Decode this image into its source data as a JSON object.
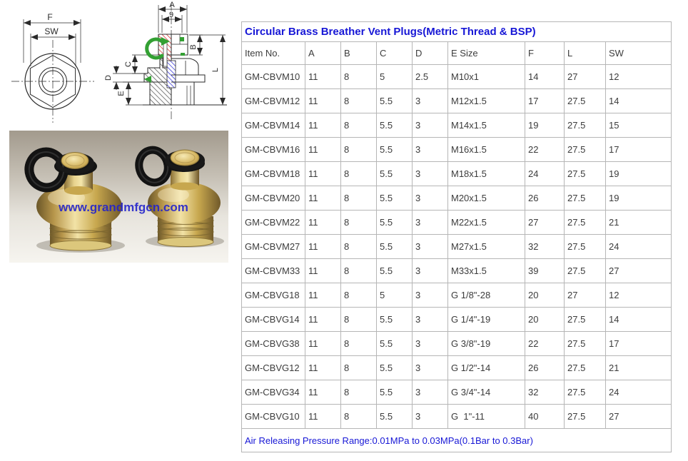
{
  "drawing": {
    "front_view": {
      "f": "F",
      "sw": "SW"
    },
    "side_view": {
      "a": "A",
      "nine": "9",
      "b": "B",
      "c": "C",
      "d": "D",
      "e": "E",
      "l": "L"
    },
    "colors": {
      "line": "#2a2a2a",
      "cap_hatch": "#d63c3c",
      "seal_hatch": "#3c3cd6",
      "flow_arrow": "#33a033"
    }
  },
  "photo": {
    "watermark": "www.grandmfgcn.com",
    "watermark_color": "#2323cc"
  },
  "table": {
    "title": "Circular Brass Breather Vent Plugs(Metric Thread & BSP)",
    "title_color": "#1717d6",
    "columns": [
      "Item No.",
      "A",
      "B",
      "C",
      "D",
      "E Size",
      "F",
      "L",
      "SW"
    ],
    "rows": [
      [
        "GM-CBVM10",
        "11",
        "8",
        "5",
        "2.5",
        "M10x1",
        "14",
        "27",
        "12"
      ],
      [
        "GM-CBVM12",
        "11",
        "8",
        "5.5",
        "3",
        "M12x1.5",
        "17",
        "27.5",
        "14"
      ],
      [
        "GM-CBVM14",
        "11",
        "8",
        "5.5",
        "3",
        "M14x1.5",
        "19",
        "27.5",
        "15"
      ],
      [
        "GM-CBVM16",
        "11",
        "8",
        "5.5",
        "3",
        "M16x1.5",
        "22",
        "27.5",
        "17"
      ],
      [
        "GM-CBVM18",
        "11",
        "8",
        "5.5",
        "3",
        "M18x1.5",
        "24",
        "27.5",
        "19"
      ],
      [
        "GM-CBVM20",
        "11",
        "8",
        "5.5",
        "3",
        "M20x1.5",
        "26",
        "27.5",
        "19"
      ],
      [
        "GM-CBVM22",
        "11",
        "8",
        "5.5",
        "3",
        "M22x1.5",
        "27",
        "27.5",
        "21"
      ],
      [
        "GM-CBVM27",
        "11",
        "8",
        "5.5",
        "3",
        "M27x1.5",
        "32",
        "27.5",
        "24"
      ],
      [
        "GM-CBVM33",
        "11",
        "8",
        "5.5",
        "3",
        "M33x1.5",
        "39",
        "27.5",
        "27"
      ],
      [
        "GM-CBVG18",
        "11",
        "8",
        "5",
        "3",
        "G 1/8\"-28",
        "20",
        "27",
        "12"
      ],
      [
        "GM-CBVG14",
        "11",
        "8",
        "5.5",
        "3",
        "G 1/4\"-19",
        "20",
        "27.5",
        "14"
      ],
      [
        "GM-CBVG38",
        "11",
        "8",
        "5.5",
        "3",
        "G 3/8\"-19",
        "22",
        "27.5",
        "17"
      ],
      [
        "GM-CBVG12",
        "11",
        "8",
        "5.5",
        "3",
        "G 1/2\"-14",
        "26",
        "27.5",
        "21"
      ],
      [
        "GM-CBVG34",
        "11",
        "8",
        "5.5",
        "3",
        "G 3/4\"-14",
        "32",
        "27.5",
        "24"
      ],
      [
        "GM-CBVG10",
        "11",
        "8",
        "5.5",
        "3",
        "G  1\"-11",
        "40",
        "27.5",
        "27"
      ]
    ],
    "footer": "Air Releasing Pressure Range:0.01MPa to 0.03MPa(0.1Bar to 0.3Bar)",
    "footer_color": "#1717d6"
  }
}
